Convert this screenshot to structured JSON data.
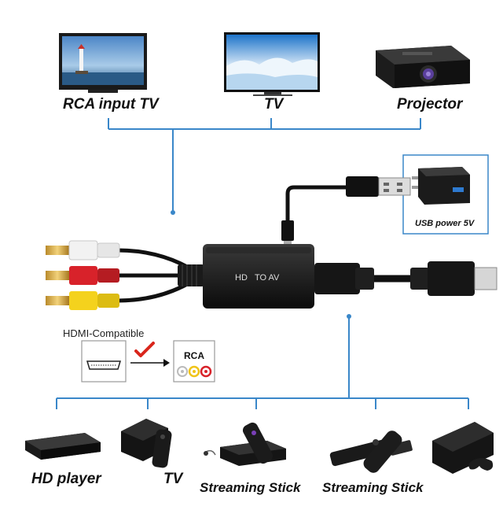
{
  "top_devices": [
    {
      "label": "RCA input TV",
      "icon": "crt-tv-lighthouse-icon"
    },
    {
      "label": "TV",
      "icon": "flat-tv-icon"
    },
    {
      "label": "Projector",
      "icon": "projector-icon"
    }
  ],
  "power": {
    "label": "USB power 5V",
    "icon": "usb-power-adapter-icon"
  },
  "converter": {
    "label_left": "HD",
    "label_right": "TO AV"
  },
  "signal_legend": {
    "source_label": "HDMI-Compatible",
    "target_label": "RCA"
  },
  "bottom_devices": [
    {
      "label": "HD player",
      "icon": "hd-player-icon"
    },
    {
      "label": "TV",
      "icon": "apple-tv-box-icon"
    },
    {
      "label": "Streaming Stick",
      "icon": "roku-box-icon"
    },
    {
      "label": "Streaming Stick",
      "icon": "fire-stick-icon"
    },
    {
      "label": "",
      "icon": "game-console-icon"
    }
  ],
  "colors": {
    "connector": "#3a87c9",
    "red_plug": "#d8222a",
    "yellow_plug": "#f4d21d",
    "white_plug": "#f2f2f2",
    "check": "#d9261c"
  }
}
